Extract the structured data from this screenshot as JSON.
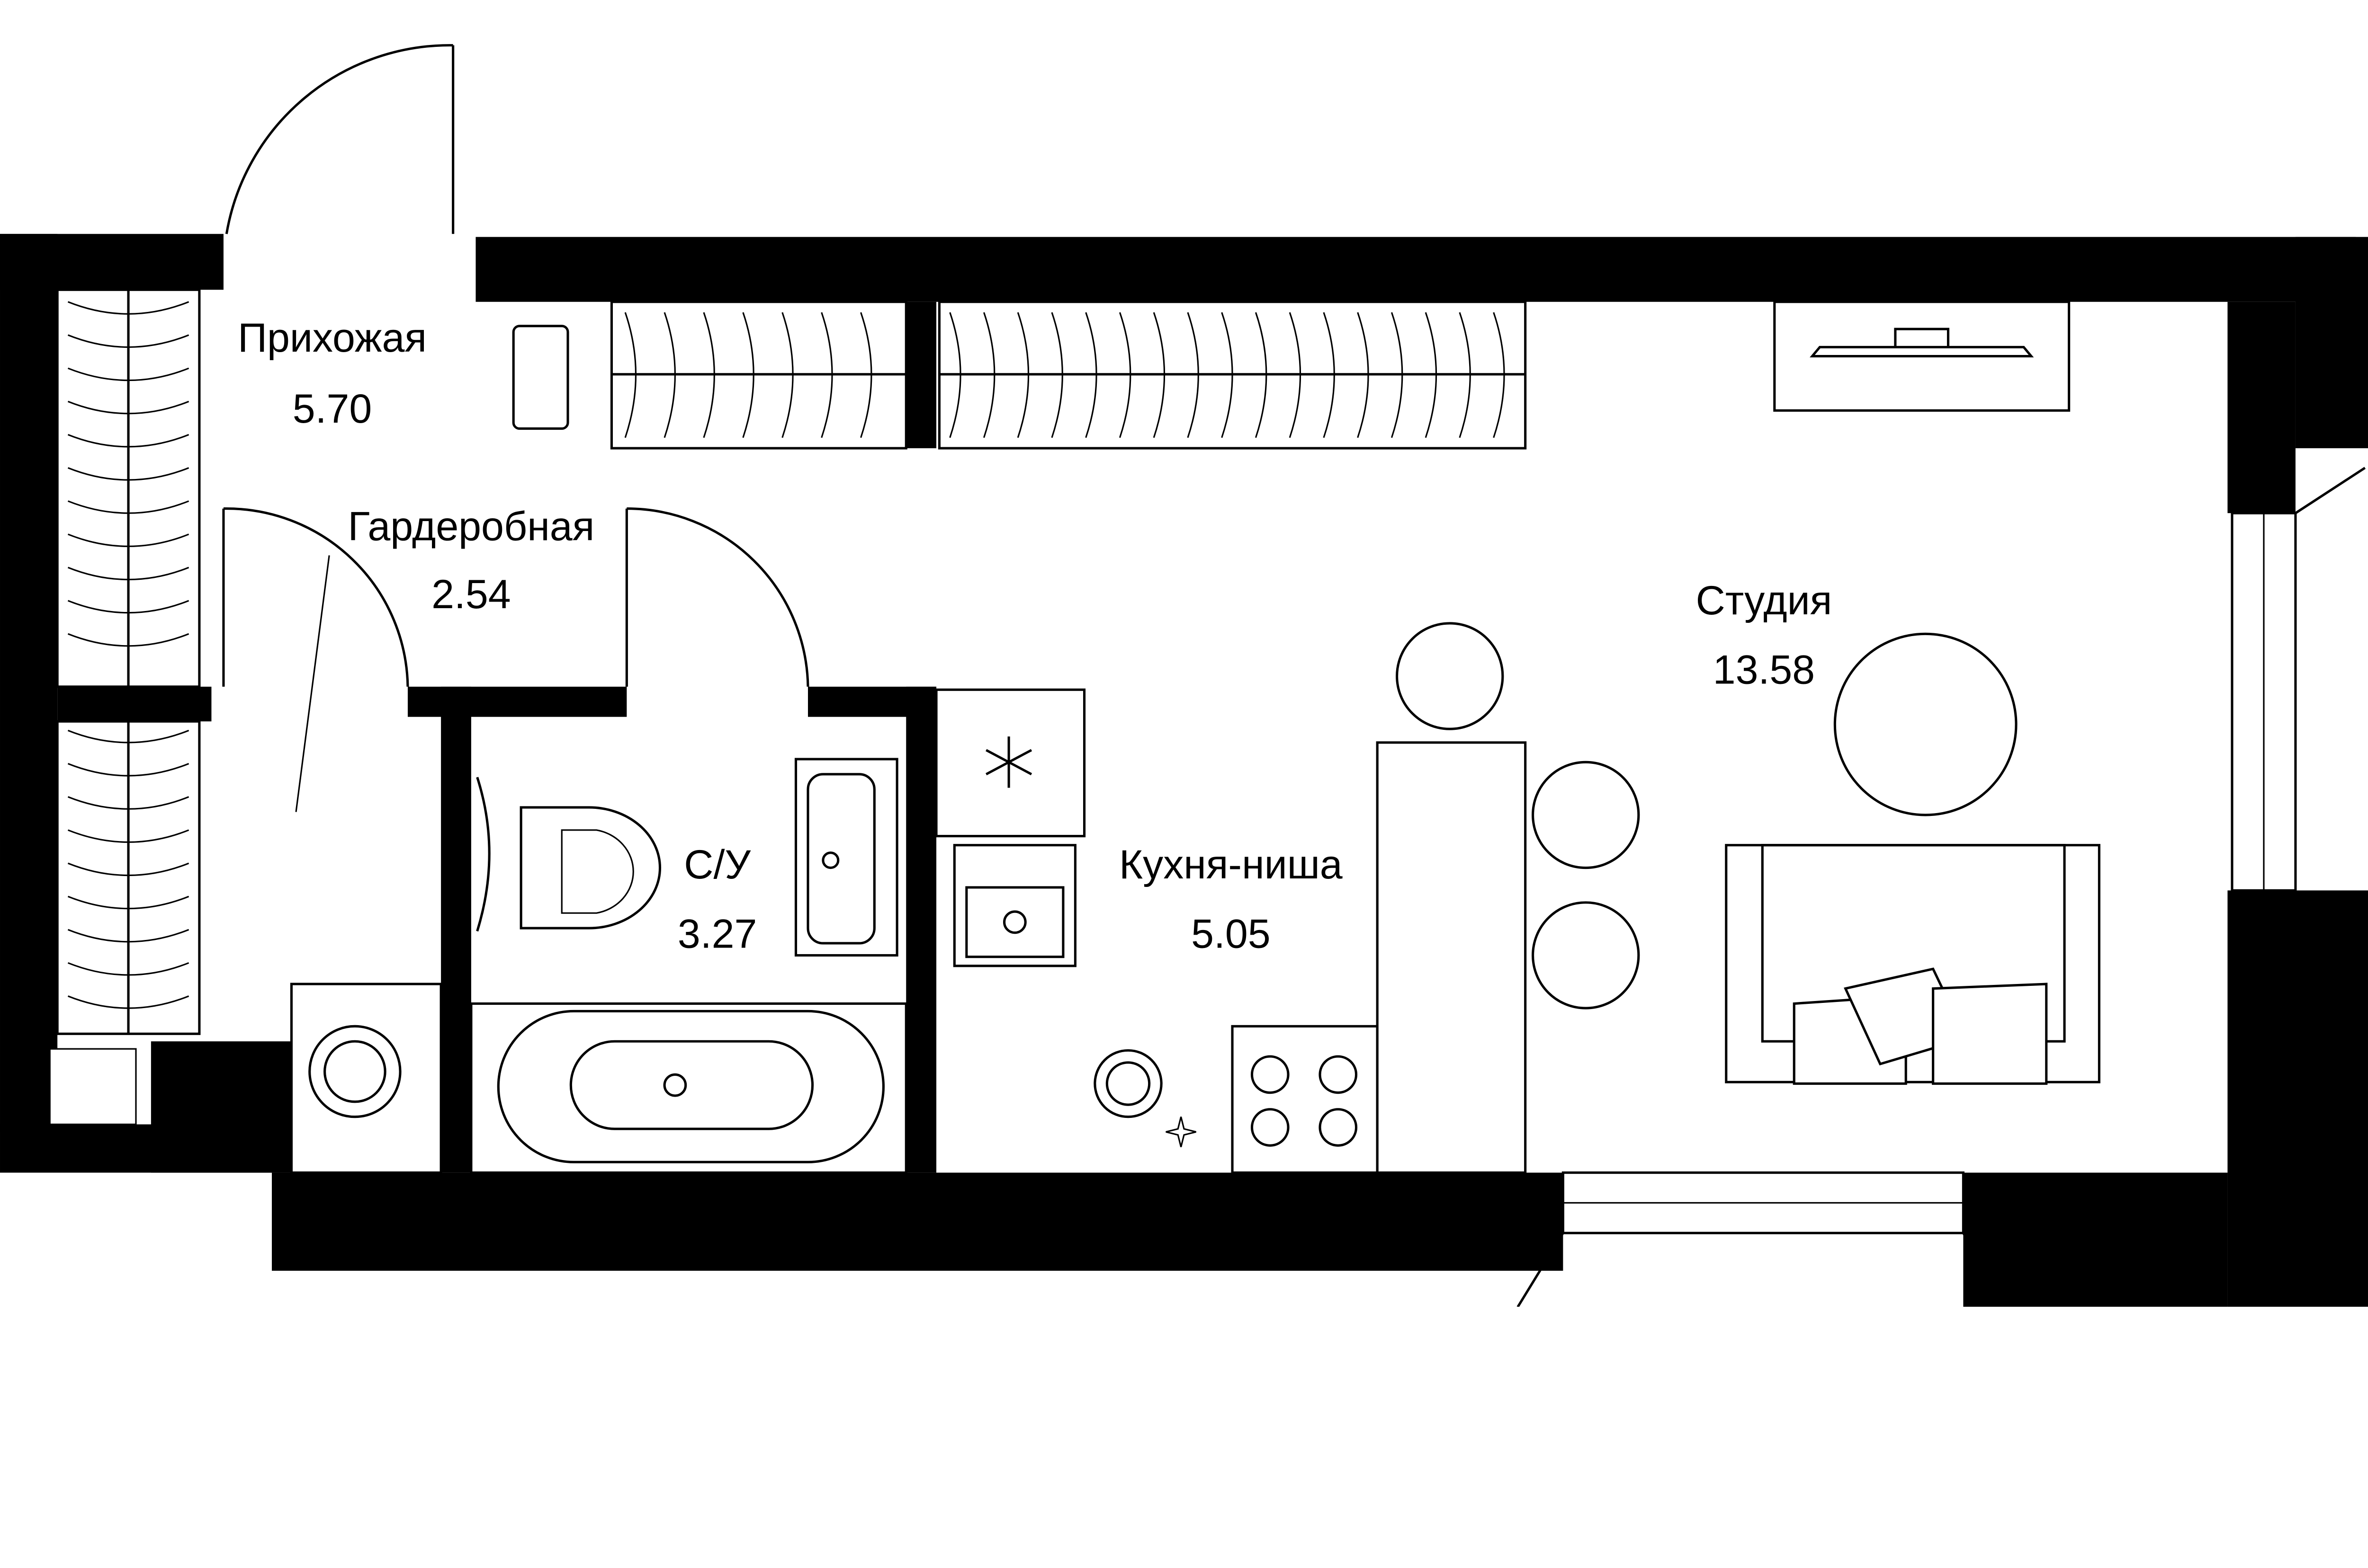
{
  "rooms": [
    {
      "name": "Прихожая",
      "area": "5.70"
    },
    {
      "name": "Гардеробная",
      "area": "2.54"
    },
    {
      "name": "С/У",
      "area": "3.27"
    },
    {
      "name": "Кухня-ниша",
      "area": "5.05"
    },
    {
      "name": "Студия",
      "area": "13.58"
    }
  ],
  "colors": {
    "wall": "#000000",
    "floor": "#ffffff"
  },
  "icons": [
    "snowflake-icon",
    "sparkle-icon"
  ]
}
